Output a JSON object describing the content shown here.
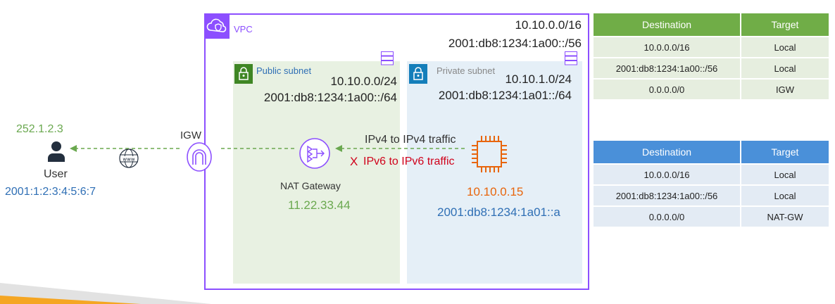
{
  "vpc": {
    "label": "VPC",
    "ipv4_cidr": "10.10.0.0/16",
    "ipv6_cidr": "2001:db8:1234:1a00::/56"
  },
  "public_subnet": {
    "label": "Public subnet",
    "ipv4_cidr": "10.10.0.0/24",
    "ipv6_cidr": "2001:db8:1234:1a00::/64"
  },
  "private_subnet": {
    "label": "Private subnet",
    "ipv4_cidr": "10.10.1.0/24",
    "ipv6_cidr": "2001:db8:1234:1a01::/64"
  },
  "user": {
    "ipv4": "252.1.2.3",
    "label": "User",
    "ipv6": "2001:1:2:3:4:5:6:7"
  },
  "igw": {
    "label": "IGW"
  },
  "nat_gateway": {
    "label": "NAT Gateway",
    "ip": "11.22.33.44"
  },
  "instance": {
    "ipv4": "10.10.0.15",
    "ipv6": "2001:db8:1234:1a01::a"
  },
  "traffic": {
    "ipv4": "IPv4 to IPv4 traffic",
    "ipv6_mark": "X",
    "ipv6": "IPv6 to IPv6 traffic"
  },
  "route_table_public": {
    "headers": [
      "Destination",
      "Target"
    ],
    "rows": [
      [
        "10.0.0.0/16",
        "Local"
      ],
      [
        "2001:db8:1234:1a00::/56",
        "Local"
      ],
      [
        "0.0.0.0/0",
        "IGW"
      ]
    ]
  },
  "route_table_private": {
    "headers": [
      "Destination",
      "Target"
    ],
    "rows": [
      [
        "10.0.0.0/16",
        "Local"
      ],
      [
        "2001:db8:1234:1a00::/56",
        "Local"
      ],
      [
        "0.0.0.0/0",
        "NAT-GW"
      ]
    ]
  },
  "colors": {
    "vpc": "#8C4FFF",
    "public_subnet": "#3f8624",
    "private_subnet": "#147eba",
    "user_ipv4": "#6aa84f",
    "ipv6_blue": "#2f6fb5",
    "instance_orange": "#e8650c",
    "error_red": "#d0021b"
  },
  "icons": [
    "vpc-cloud-icon",
    "lock-icon",
    "user-icon",
    "www-globe-icon",
    "igw-icon",
    "nat-gateway-icon",
    "ec2-chip-icon"
  ]
}
